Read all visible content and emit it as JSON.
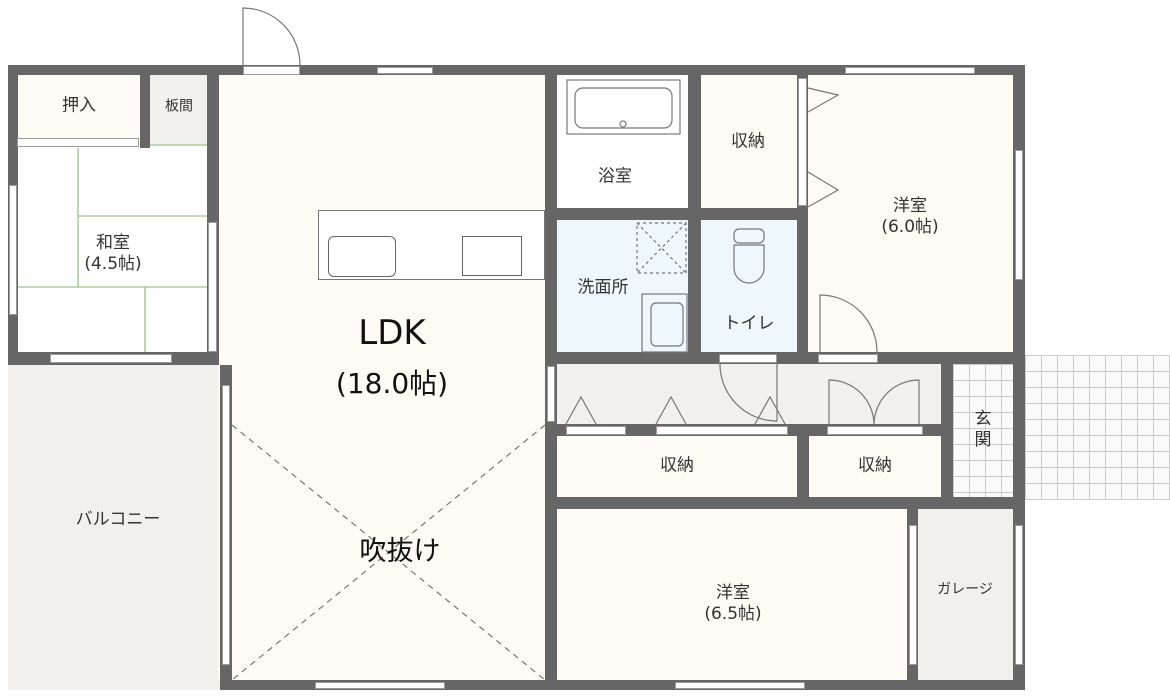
{
  "rooms": {
    "oshiire": "押入",
    "itama": "板間",
    "washitsu": {
      "name": "和室",
      "size": "(4.5帖)"
    },
    "ldk": {
      "name": "LDK",
      "size": "(18.0帖)"
    },
    "fukinuke": "吹抜け",
    "balcony": "バルコニー",
    "bathroom": "浴室",
    "storage_top": "収納",
    "washroom": "洗面所",
    "toilet": "トイレ",
    "western_top": {
      "name": "洋室",
      "size": "(6.0帖)"
    },
    "storage_left": "収納",
    "storage_right": "収納",
    "entrance": "玄\n関",
    "western_bottom": {
      "name": "洋室",
      "size": "(6.5帖)"
    },
    "garage": "ガレージ"
  },
  "colors": {
    "wall": "#666666",
    "floor": "#fdfbf3",
    "wet_area": "#eef7fc",
    "tatami_line": "#9cc48a"
  }
}
